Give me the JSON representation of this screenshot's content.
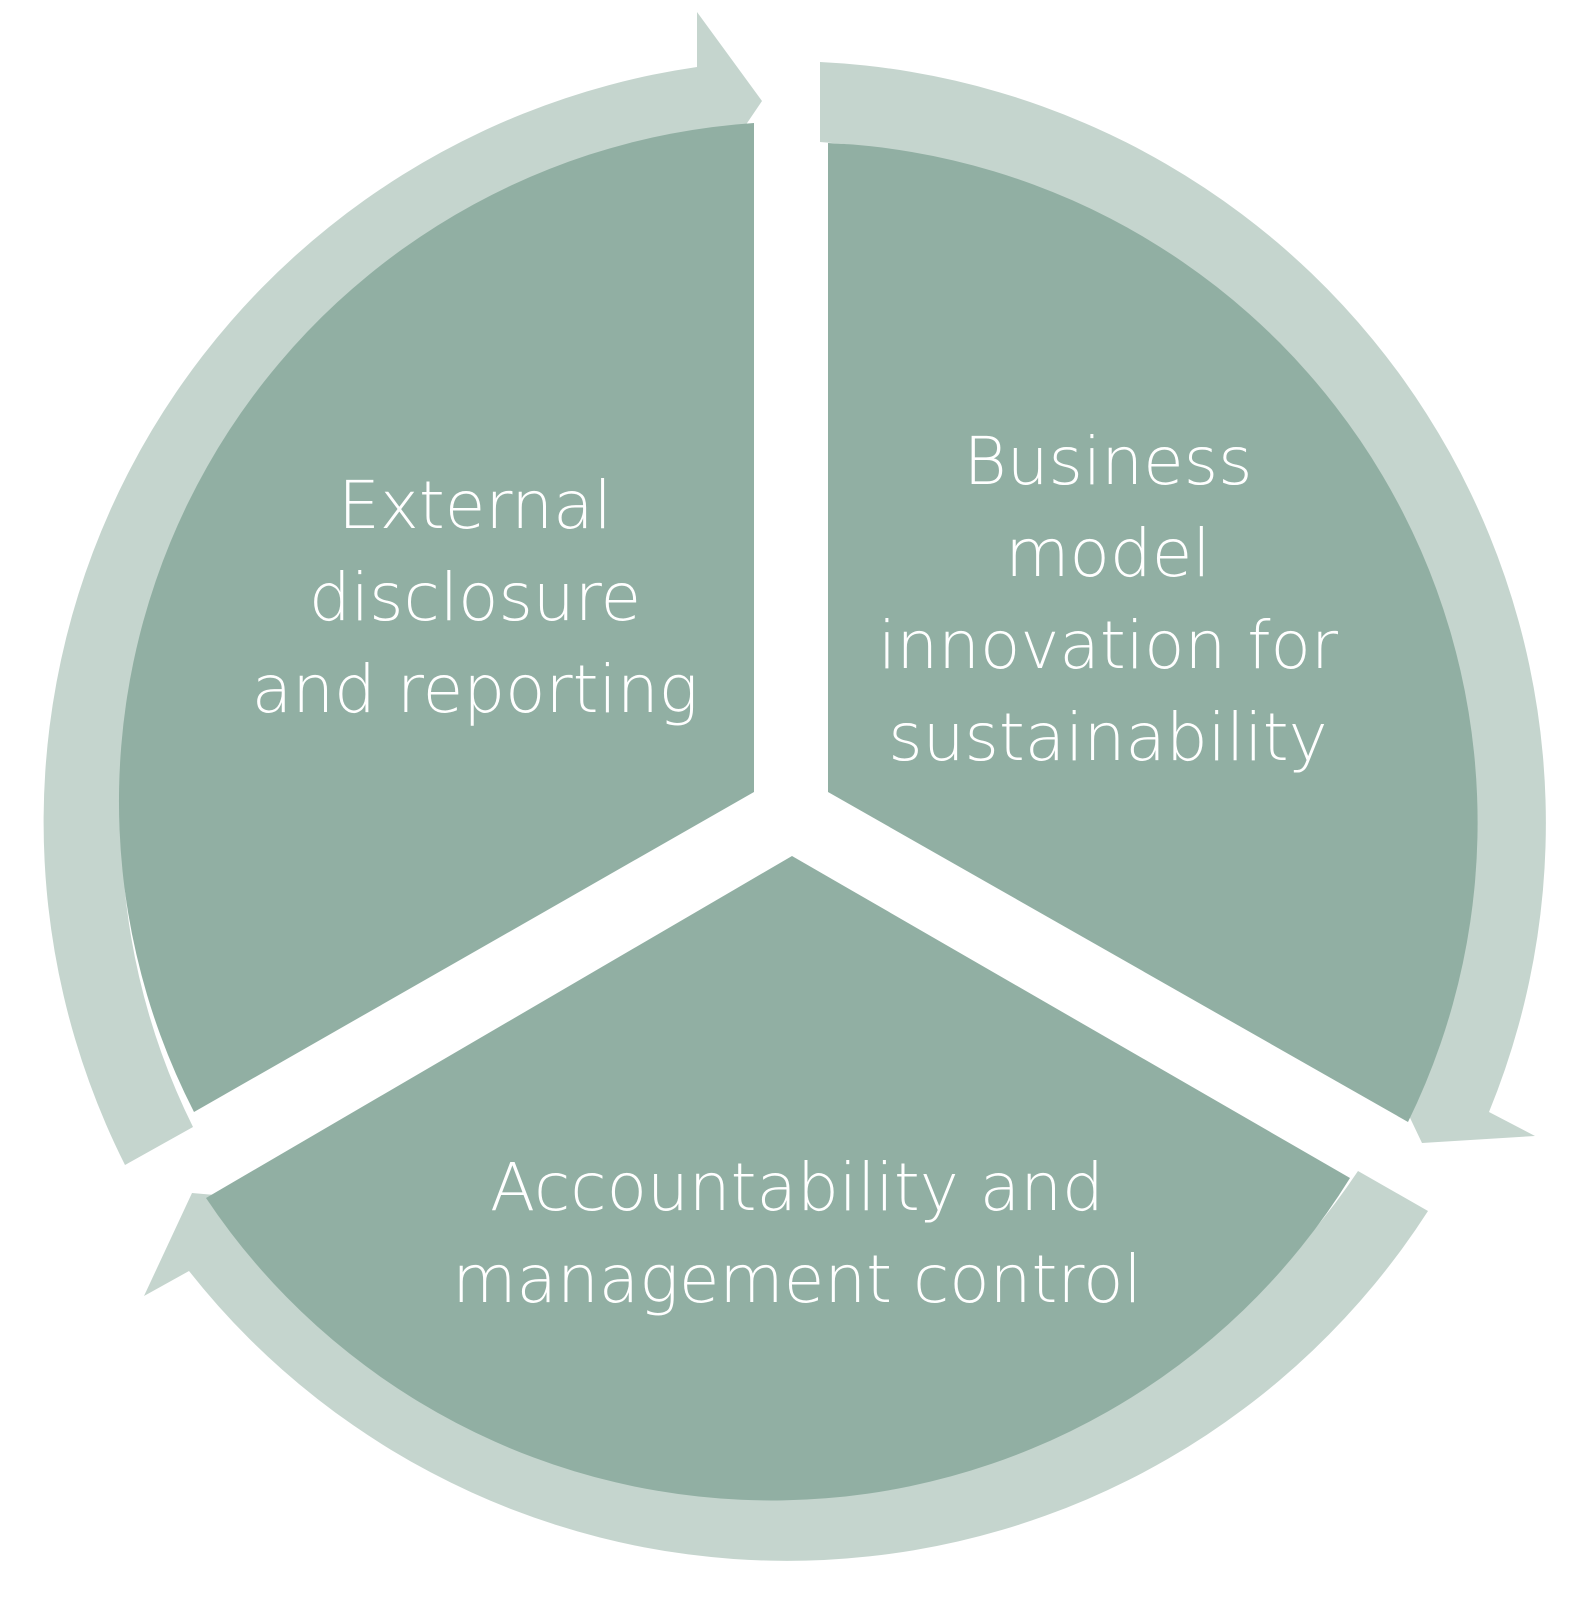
{
  "colors": {
    "segment_fill": "#91afa3",
    "arrow_fill": "#c5d5ce",
    "text": "#ffffff",
    "background": "#ffffff"
  },
  "segments": [
    {
      "id": "external",
      "lines": [
        "External",
        "disclosure",
        "and reporting"
      ]
    },
    {
      "id": "business",
      "lines": [
        "Business",
        "model",
        "innovation for",
        "sustainability"
      ]
    },
    {
      "id": "accountability",
      "lines": [
        "Accountability and",
        "management control"
      ]
    }
  ]
}
